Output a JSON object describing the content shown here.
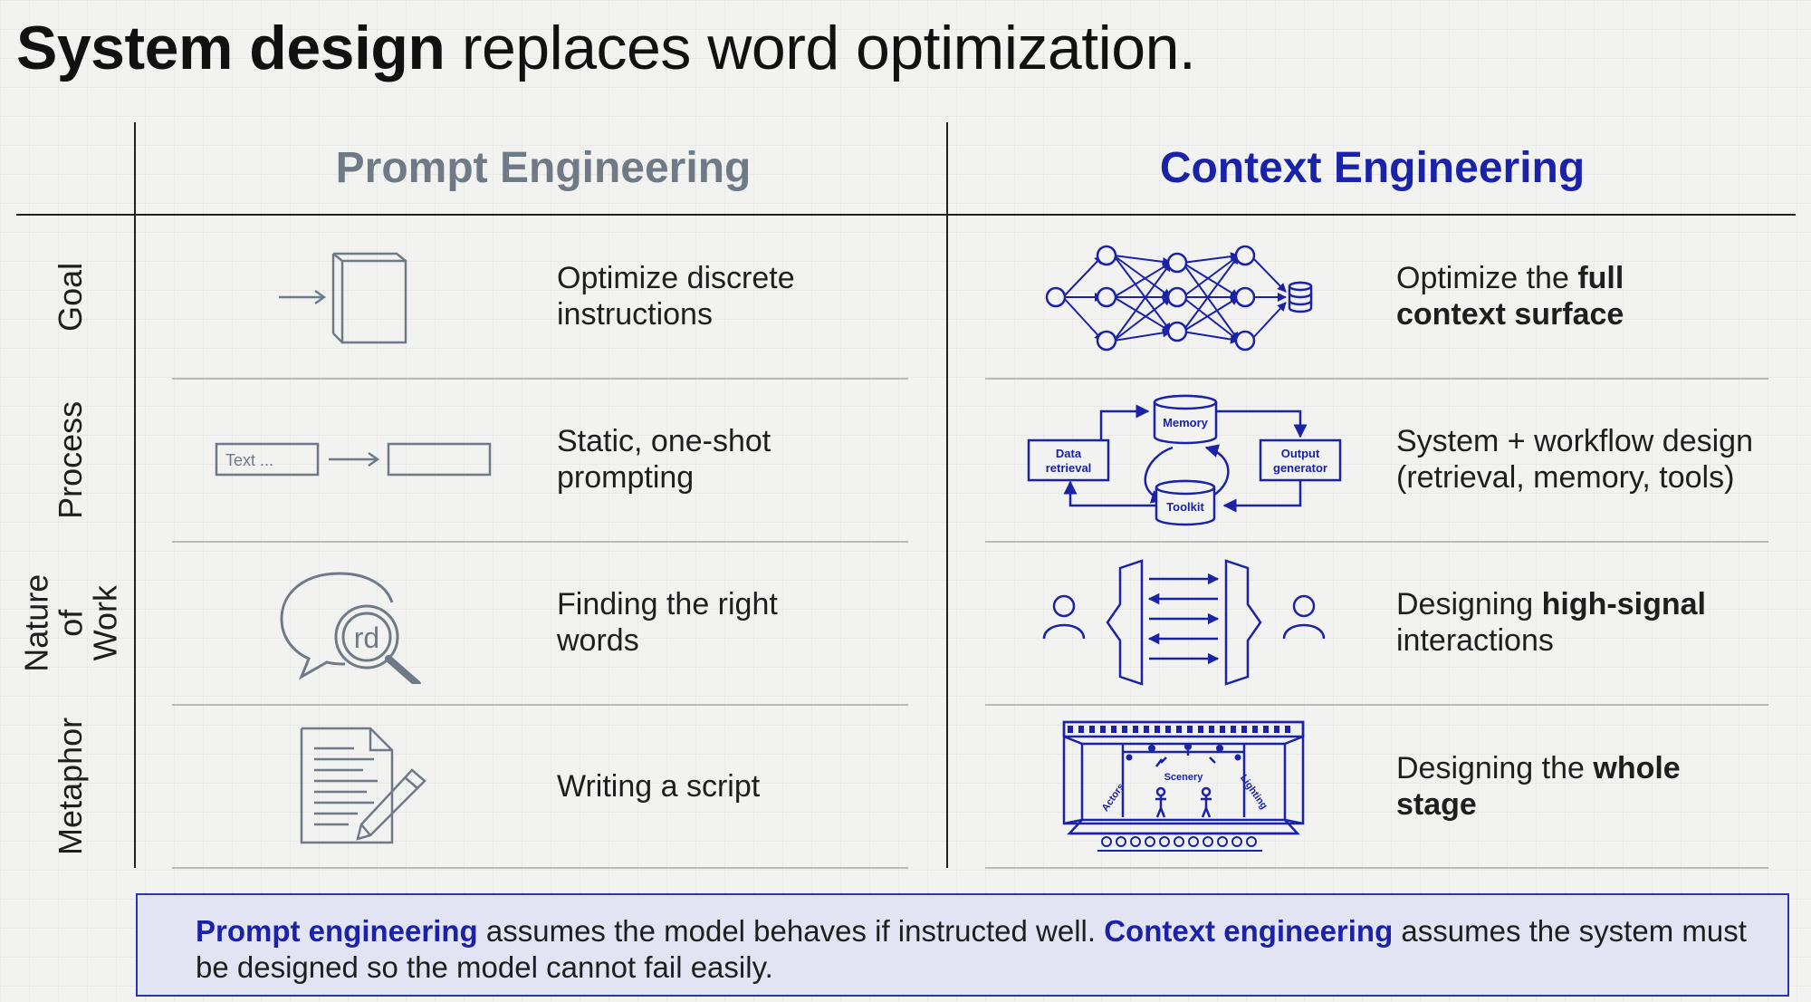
{
  "title": {
    "bold": "System design",
    "rest": " replaces word optimization."
  },
  "columns": {
    "prompt": "Prompt Engineering",
    "context": "Context Engineering"
  },
  "rows": [
    {
      "label": "Goal",
      "prompt_text": "Optimize discrete instructions",
      "context_pre": "Optimize the ",
      "context_bold": "full context surface",
      "context_post": ""
    },
    {
      "label": "Process",
      "prompt_text": "Static, one-shot prompting",
      "context_pre": "System + workflow design (retrieval, memory, tools)",
      "context_bold": "",
      "context_post": ""
    },
    {
      "label": "Nature of Work",
      "prompt_text": "Finding the right words",
      "context_pre": "Designing ",
      "context_bold": "high-signal",
      "context_post": " interactions"
    },
    {
      "label": "Metaphor",
      "prompt_text": "Writing a script",
      "context_pre": "Designing the ",
      "context_bold": "whole stage",
      "context_post": ""
    }
  ],
  "icon_labels": {
    "text_box": "Text ...",
    "magnifier": "rd",
    "memory": "Memory",
    "data_retrieval_1": "Data",
    "data_retrieval_2": "retrieval",
    "output_generator_1": "Output",
    "output_generator_2": "generator",
    "toolkit": "Toolkit",
    "scenery": "Scenery",
    "actors": "Actors",
    "lighting": "Lighting"
  },
  "footer": {
    "p1": "Prompt engineering",
    "t1": " assumes the model behaves if instructed well. ",
    "p2": "Context engineering",
    "t2": " assumes the system must be designed so the model cannot fail easily."
  },
  "colors": {
    "accent": "#1a22a8",
    "muted": "#6f7a86",
    "line": "#222222",
    "footer_bg": "#e2e4f3"
  }
}
